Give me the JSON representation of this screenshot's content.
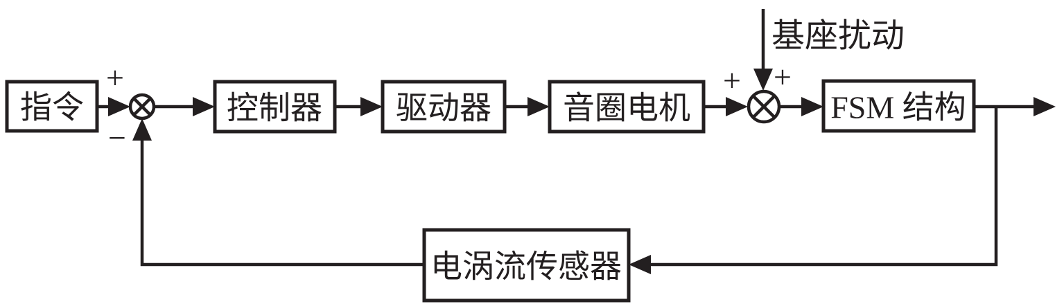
{
  "colors": {
    "ink": "#231f20",
    "background": "#ffffff"
  },
  "blocks": {
    "command": {
      "label": "指令"
    },
    "controller": {
      "label": "控制器"
    },
    "driver": {
      "label": "驱动器"
    },
    "voice_coil_motor": {
      "label": "音圈电机"
    },
    "fsm_structure": {
      "label": "FSM 结构"
    },
    "eddy_current_sensor": {
      "label": "电涡流传感器"
    }
  },
  "annotations": {
    "base_disturbance": "基座扰动",
    "sum1_input_sign": "+",
    "sum1_feedback_sign": "−",
    "sum2_input_sign": "+",
    "sum2_disturbance_sign": "+"
  }
}
